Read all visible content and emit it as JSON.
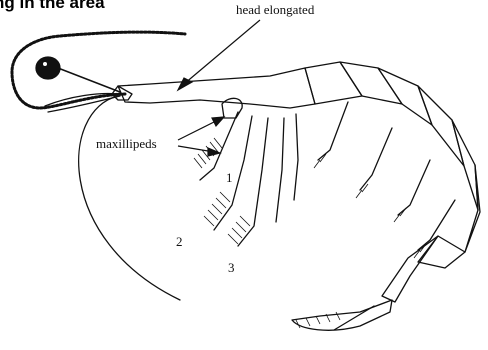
{
  "heading": "ng in the area",
  "labels": {
    "head": "head elongated",
    "maxillipeds": "maxillipeds",
    "leg1": "1",
    "leg2": "2",
    "leg3": "3"
  },
  "colors": {
    "ink": "#111111",
    "background": "#ffffff"
  }
}
